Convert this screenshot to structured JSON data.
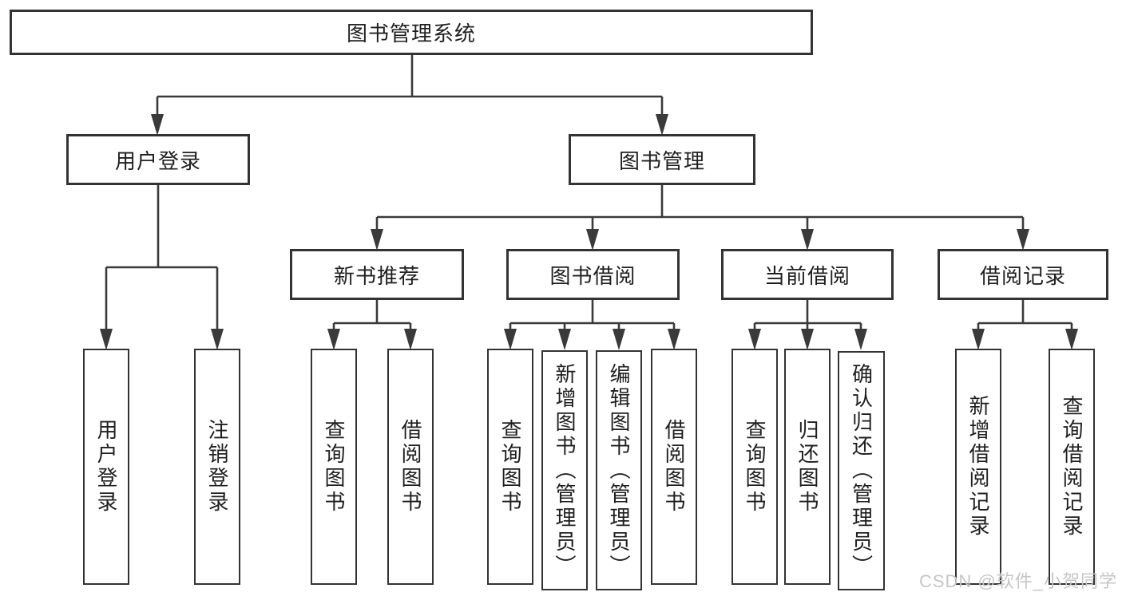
{
  "diagram_title": "图书管理系统",
  "tree": {
    "label": "图书管理系统",
    "children": [
      {
        "label": "用户登录",
        "children": [
          {
            "label": "用户登录"
          },
          {
            "label": "注销登录"
          }
        ]
      },
      {
        "label": "图书管理",
        "children": [
          {
            "label": "新书推荐",
            "children": [
              {
                "label": "查询图书"
              },
              {
                "label": "借阅图书"
              }
            ]
          },
          {
            "label": "图书借阅",
            "children": [
              {
                "label": "查询图书"
              },
              {
                "label": "新增图书（管理员）"
              },
              {
                "label": "编辑图书（管理员）"
              },
              {
                "label": "借阅图书"
              }
            ]
          },
          {
            "label": "当前借阅",
            "children": [
              {
                "label": "查询图书"
              },
              {
                "label": "归还图书"
              },
              {
                "label": "确认归还（管理员）"
              }
            ]
          },
          {
            "label": "借阅记录",
            "children": [
              {
                "label": "新增借阅记录"
              },
              {
                "label": "查询借阅记录"
              }
            ]
          }
        ]
      }
    ]
  },
  "watermark": "CSDN @软件_小贺同学",
  "colors": {
    "line": "#3a3a3a",
    "box_border": "#333333",
    "text": "#1f1f1f",
    "background": "#ffffff",
    "watermark": "#c6c6c6"
  }
}
